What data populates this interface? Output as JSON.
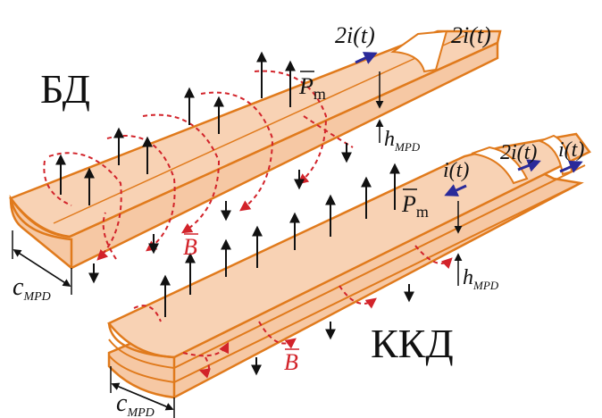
{
  "labels": {
    "bd": "БД",
    "kkd": "ККД",
    "current_2i_top1": "2i(t)",
    "current_2i_top2": "2i(t)",
    "current_i_mid": "i(t)",
    "current_2i_mid": "2i(t)",
    "current_i_right": "i(t)",
    "h_mpd_top": "h",
    "h_mpd_top_sub": "MPD",
    "h_mpd_bottom": "h",
    "h_mpd_bottom_sub": "MPD",
    "c_mpd_top": "c",
    "c_mpd_top_sub": "MPD",
    "c_mpd_bottom": "c",
    "c_mpd_bottom_sub": "MPD",
    "p_m_top": "P",
    "p_m_top_sub": "m",
    "p_m_bottom": "P",
    "p_m_bottom_sub": "m",
    "b_top": "B",
    "b_bottom": "B"
  },
  "colors": {
    "strip_fill": "#f8d2b4",
    "strip_edge": "#e07a1c",
    "field_lines": "#d2232a",
    "current_arrows": "#2a2a9a",
    "vectors": "#111111"
  }
}
